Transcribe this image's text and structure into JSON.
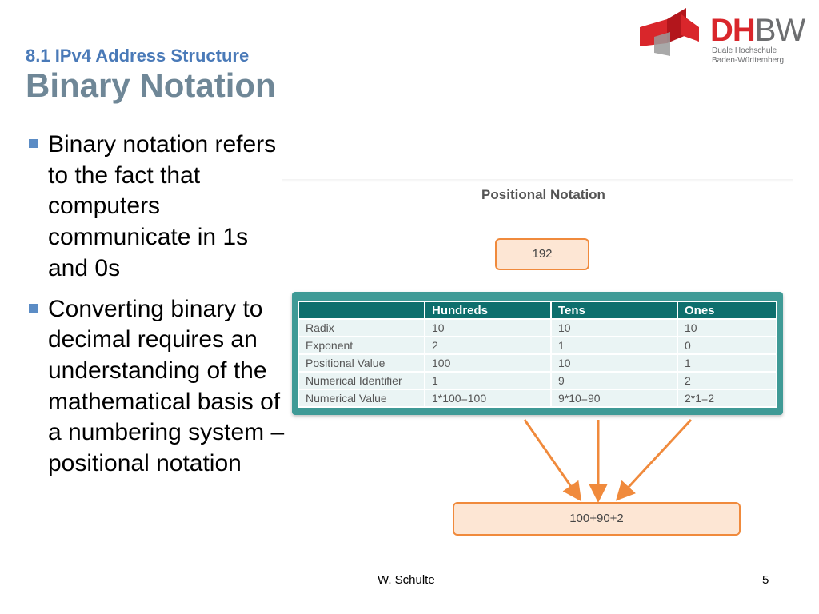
{
  "header": {
    "subtitle": "8.1 IPv4 Address Structure",
    "title": "Binary Notation"
  },
  "logo": {
    "dh": "DH",
    "bw": "BW",
    "line1": "Duale Hochschule",
    "line2": "Baden-Württemberg",
    "colors": {
      "red": "#d9262b",
      "gray": "#6d6e70"
    }
  },
  "bullets": [
    "Binary notation refers to the fact that computers communicate in 1s and 0s",
    "Converting binary to decimal requires an understanding of the mathematical basis of a numbering system – positional notation"
  ],
  "diagram": {
    "title": "Positional Notation",
    "number": "192",
    "sum": "100+90+2",
    "table": {
      "headers": [
        "",
        "Hundreds",
        "Tens",
        "Ones"
      ],
      "rows": [
        [
          "Radix",
          "10",
          "10",
          "10"
        ],
        [
          "Exponent",
          "2",
          "1",
          "0"
        ],
        [
          "Positional Value",
          "100",
          "10",
          "1"
        ],
        [
          "Numerical Identifier",
          "1",
          "9",
          "2"
        ],
        [
          "Numerical Value",
          "1*100=100",
          "9*10=90",
          "2*1=2"
        ]
      ]
    },
    "colors": {
      "accent": "#f08a3c",
      "teal": "#0e6f6d"
    }
  },
  "footer": {
    "author": "W. Schulte",
    "page": "5"
  }
}
